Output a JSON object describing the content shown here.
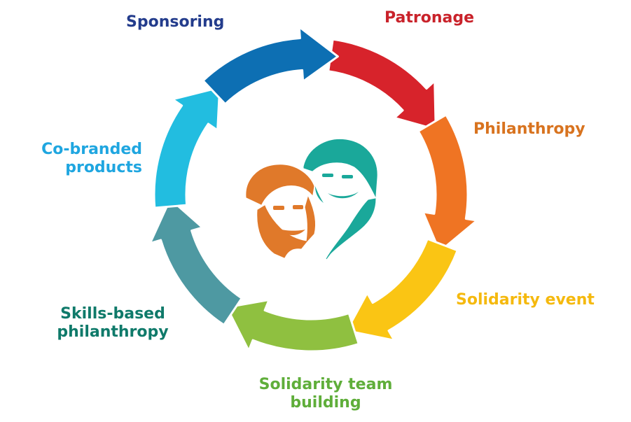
{
  "cycle": [
    {
      "id": "patronage",
      "color": "#d7232b"
    },
    {
      "id": "philanthropy",
      "color": "#ef7423"
    },
    {
      "id": "solidarity-event",
      "color": "#fac514"
    },
    {
      "id": "solidarity-team-building",
      "color": "#8fc040"
    },
    {
      "id": "skills-based-philanthropy",
      "color": "#4e99a2"
    },
    {
      "id": "co-branded-products",
      "color": "#22bde0"
    },
    {
      "id": "sponsoring",
      "color": "#0d6fb3"
    }
  ],
  "labels": {
    "sponsoring": {
      "lines": [
        "Sponsoring"
      ],
      "color": "#233c8c"
    },
    "patronage": {
      "lines": [
        "Patronage"
      ],
      "color": "#c9222a"
    },
    "philanthropy": {
      "lines": [
        "Philanthropy"
      ],
      "color": "#d8731f"
    },
    "co_branded": {
      "lines": [
        "Co-branded",
        "products"
      ],
      "color": "#1fa6e0"
    },
    "skills_based": {
      "lines": [
        "Skills-based",
        "philanthropy"
      ],
      "color": "#0f7a6a"
    },
    "solidarity_event": {
      "lines": [
        "Solidarity event"
      ],
      "color": "#f5b90e"
    },
    "solidarity_team": {
      "lines": [
        "Solidarity team",
        "building"
      ],
      "color": "#5fae3a"
    }
  },
  "center_icon": {
    "name": "children-faces-icon",
    "colors": [
      "#e0792a",
      "#1aa89a"
    ]
  }
}
